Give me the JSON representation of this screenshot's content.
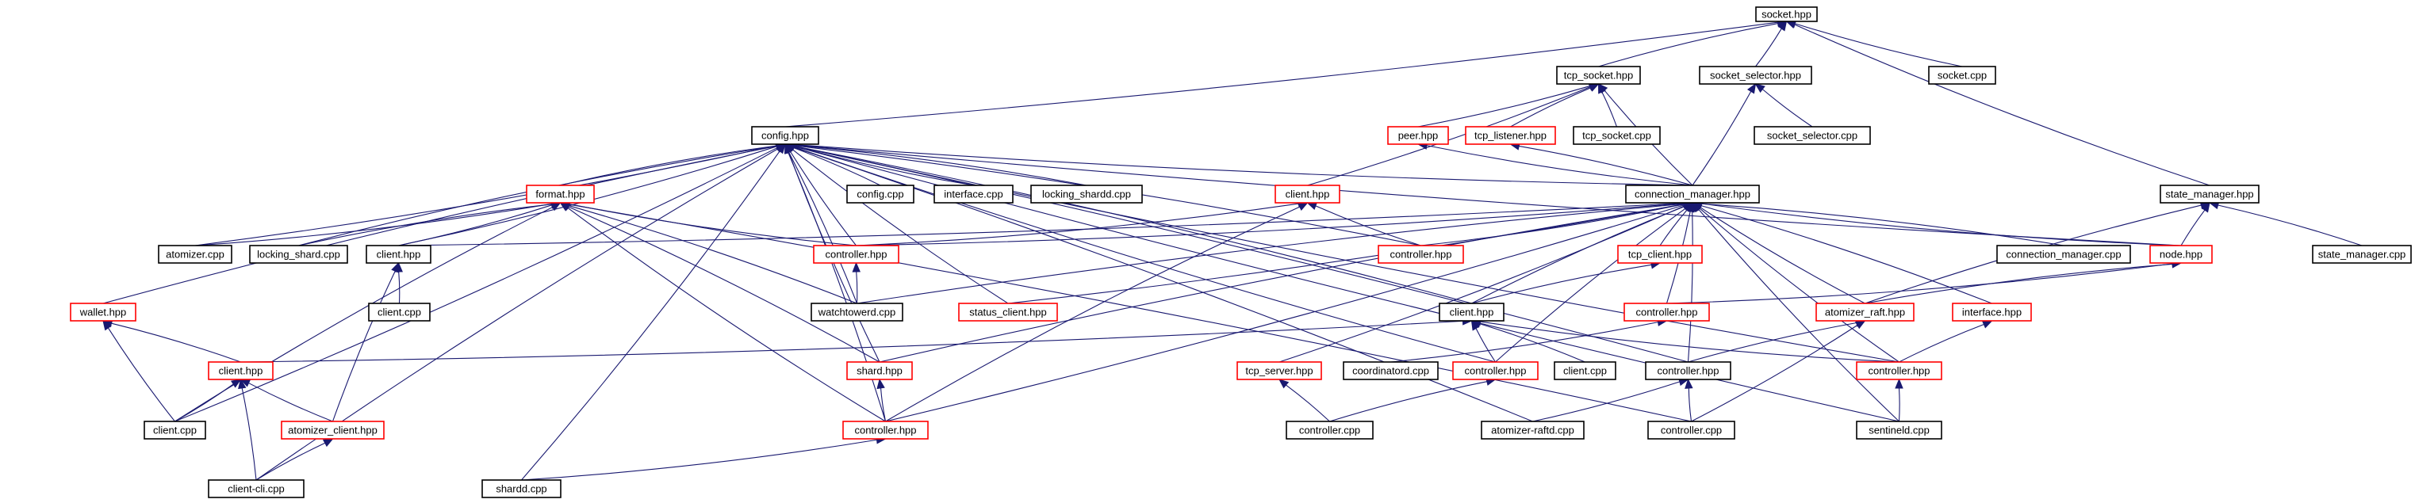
{
  "graph": {
    "nodes": [
      {
        "id": "socket_hpp",
        "label": "socket.hpp",
        "style": "current"
      },
      {
        "id": "tcp_socket_hpp",
        "label": "tcp_socket.hpp",
        "style": "normal"
      },
      {
        "id": "socket_selector_hpp",
        "label": "socket_selector.hpp",
        "style": "normal"
      },
      {
        "id": "socket_cpp",
        "label": "socket.cpp",
        "style": "normal"
      },
      {
        "id": "peer_hpp",
        "label": "peer.hpp",
        "style": "red"
      },
      {
        "id": "tcp_listener_hpp",
        "label": "tcp_listener.hpp",
        "style": "red"
      },
      {
        "id": "tcp_socket_cpp",
        "label": "tcp_socket.cpp",
        "style": "normal"
      },
      {
        "id": "socket_selector_cpp",
        "label": "socket_selector.cpp",
        "style": "normal"
      },
      {
        "id": "config_hpp",
        "label": "config.hpp",
        "style": "normal"
      },
      {
        "id": "format_hpp",
        "label": "format.hpp",
        "style": "red"
      },
      {
        "id": "config_cpp",
        "label": "config.cpp",
        "style": "normal"
      },
      {
        "id": "interface_cpp",
        "label": "interface.cpp",
        "style": "normal"
      },
      {
        "id": "locking_shardd_cpp",
        "label": "locking_shardd.cpp",
        "style": "normal"
      },
      {
        "id": "client_hpp_top",
        "label": "client.hpp",
        "style": "red"
      },
      {
        "id": "connection_manager_hpp",
        "label": "connection_manager.hpp",
        "style": "normal"
      },
      {
        "id": "state_manager_hpp",
        "label": "state_manager.hpp",
        "style": "normal"
      },
      {
        "id": "atomizer_cpp",
        "label": "atomizer.cpp",
        "style": "normal"
      },
      {
        "id": "locking_shard_cpp",
        "label": "locking_shard.cpp",
        "style": "normal"
      },
      {
        "id": "client_hpp_left",
        "label": "client.hpp",
        "style": "normal"
      },
      {
        "id": "controller_hpp_a",
        "label": "controller.hpp",
        "style": "red"
      },
      {
        "id": "controller_hpp_b",
        "label": "controller.hpp",
        "style": "red"
      },
      {
        "id": "tcp_client_hpp",
        "label": "tcp_client.hpp",
        "style": "red"
      },
      {
        "id": "connection_manager_cpp",
        "label": "connection_manager.cpp",
        "style": "normal"
      },
      {
        "id": "node_hpp",
        "label": "node.hpp",
        "style": "red"
      },
      {
        "id": "state_manager_cpp",
        "label": "state_manager.cpp",
        "style": "normal"
      },
      {
        "id": "client_cpp_left",
        "label": "client.cpp",
        "style": "normal"
      },
      {
        "id": "wallet_hpp",
        "label": "wallet.hpp",
        "style": "red"
      },
      {
        "id": "watchtowerd_cpp",
        "label": "watchtowerd.cpp",
        "style": "normal"
      },
      {
        "id": "status_client_hpp",
        "label": "status_client.hpp",
        "style": "red"
      },
      {
        "id": "client_hpp_mid",
        "label": "client.hpp",
        "style": "normal"
      },
      {
        "id": "controller_hpp_c",
        "label": "controller.hpp",
        "style": "red"
      },
      {
        "id": "atomizer_raft_hpp",
        "label": "atomizer_raft.hpp",
        "style": "red"
      },
      {
        "id": "interface_hpp",
        "label": "interface.hpp",
        "style": "red"
      },
      {
        "id": "client_hpp_red2",
        "label": "client.hpp",
        "style": "red"
      },
      {
        "id": "shard_hpp",
        "label": "shard.hpp",
        "style": "red"
      },
      {
        "id": "tcp_server_hpp",
        "label": "tcp_server.hpp",
        "style": "red"
      },
      {
        "id": "coordinatord_cpp",
        "label": "coordinatord.cpp",
        "style": "normal"
      },
      {
        "id": "controller_hpp_d",
        "label": "controller.hpp",
        "style": "red"
      },
      {
        "id": "client_cpp_mid",
        "label": "client.cpp",
        "style": "normal"
      },
      {
        "id": "controller_hpp_e",
        "label": "controller.hpp",
        "style": "normal"
      },
      {
        "id": "controller_hpp_f",
        "label": "controller.hpp",
        "style": "red"
      },
      {
        "id": "client_cpp_bottom",
        "label": "client.cpp",
        "style": "normal"
      },
      {
        "id": "atomizer_client_hpp",
        "label": "atomizer_client.hpp",
        "style": "red"
      },
      {
        "id": "controller_hpp_g",
        "label": "controller.hpp",
        "style": "red"
      },
      {
        "id": "controller_cpp_a",
        "label": "controller.cpp",
        "style": "normal"
      },
      {
        "id": "atomizer_raftd_cpp",
        "label": "atomizer-raftd.cpp",
        "style": "normal"
      },
      {
        "id": "controller_cpp_b",
        "label": "controller.cpp",
        "style": "normal"
      },
      {
        "id": "sentineld_cpp",
        "label": "sentineld.cpp",
        "style": "normal"
      },
      {
        "id": "client_cli_cpp",
        "label": "client-cli.cpp",
        "style": "normal"
      },
      {
        "id": "shardd_cpp",
        "label": "shardd.cpp",
        "style": "normal"
      }
    ],
    "edges": [
      [
        "tcp_socket_hpp",
        "socket_hpp"
      ],
      [
        "socket_selector_hpp",
        "socket_hpp"
      ],
      [
        "socket_cpp",
        "socket_hpp"
      ],
      [
        "config_hpp",
        "socket_hpp"
      ],
      [
        "state_manager_hpp",
        "socket_hpp"
      ],
      [
        "peer_hpp",
        "tcp_socket_hpp"
      ],
      [
        "tcp_listener_hpp",
        "tcp_socket_hpp"
      ],
      [
        "tcp_socket_cpp",
        "tcp_socket_hpp"
      ],
      [
        "connection_manager_hpp",
        "tcp_socket_hpp"
      ],
      [
        "client_hpp_top",
        "tcp_socket_hpp"
      ],
      [
        "socket_selector_cpp",
        "socket_selector_hpp"
      ],
      [
        "connection_manager_hpp",
        "socket_selector_hpp"
      ],
      [
        "connection_manager_hpp",
        "peer_hpp"
      ],
      [
        "connection_manager_hpp",
        "tcp_listener_hpp"
      ],
      [
        "format_hpp",
        "config_hpp"
      ],
      [
        "config_cpp",
        "config_hpp"
      ],
      [
        "interface_cpp",
        "config_hpp"
      ],
      [
        "locking_shardd_cpp",
        "config_hpp"
      ],
      [
        "connection_manager_hpp",
        "config_hpp"
      ],
      [
        "atomizer_cpp",
        "config_hpp"
      ],
      [
        "locking_shard_cpp",
        "config_hpp"
      ],
      [
        "client_hpp_left",
        "config_hpp"
      ],
      [
        "controller_hpp_a",
        "config_hpp"
      ],
      [
        "watchtowerd_cpp",
        "config_hpp"
      ],
      [
        "status_client_hpp",
        "config_hpp"
      ],
      [
        "client_hpp_mid",
        "config_hpp"
      ],
      [
        "wallet_hpp",
        "config_hpp"
      ],
      [
        "client_cpp_bottom",
        "config_hpp"
      ],
      [
        "client_cli_cpp",
        "config_hpp"
      ],
      [
        "shardd_cpp",
        "config_hpp"
      ],
      [
        "shard_hpp",
        "config_hpp"
      ],
      [
        "controller_hpp_g",
        "config_hpp"
      ],
      [
        "controller_hpp_d",
        "config_hpp"
      ],
      [
        "controller_hpp_b",
        "config_hpp"
      ],
      [
        "sentineld_cpp",
        "config_hpp"
      ],
      [
        "controller_hpp_e",
        "config_hpp"
      ],
      [
        "controller_hpp_f",
        "config_hpp"
      ],
      [
        "atomizer_raftd_cpp",
        "config_hpp"
      ],
      [
        "node_hpp",
        "config_hpp"
      ],
      [
        "atomizer_cpp",
        "format_hpp"
      ],
      [
        "locking_shard_cpp",
        "format_hpp"
      ],
      [
        "client_hpp_left",
        "format_hpp"
      ],
      [
        "controller_hpp_a",
        "format_hpp"
      ],
      [
        "watchtowerd_cpp",
        "format_hpp"
      ],
      [
        "client_cpp_bottom",
        "format_hpp"
      ],
      [
        "shard_hpp",
        "format_hpp"
      ],
      [
        "controller_hpp_g",
        "format_hpp"
      ],
      [
        "controller_cpp_b",
        "format_hpp"
      ],
      [
        "controller_hpp_b",
        "client_hpp_top"
      ],
      [
        "controller_hpp_a",
        "client_hpp_top"
      ],
      [
        "controller_hpp_g",
        "client_hpp_top"
      ],
      [
        "connection_manager_cpp",
        "connection_manager_hpp"
      ],
      [
        "node_hpp",
        "connection_manager_hpp"
      ],
      [
        "controller_hpp_a",
        "connection_manager_hpp"
      ],
      [
        "tcp_client_hpp",
        "connection_manager_hpp"
      ],
      [
        "client_hpp_left",
        "connection_manager_hpp"
      ],
      [
        "watchtowerd_cpp",
        "connection_manager_hpp"
      ],
      [
        "status_client_hpp",
        "connection_manager_hpp"
      ],
      [
        "client_hpp_mid",
        "connection_manager_hpp"
      ],
      [
        "controller_hpp_c",
        "connection_manager_hpp"
      ],
      [
        "atomizer_raft_hpp",
        "connection_manager_hpp"
      ],
      [
        "interface_hpp",
        "connection_manager_hpp"
      ],
      [
        "shard_hpp",
        "connection_manager_hpp"
      ],
      [
        "tcp_server_hpp",
        "connection_manager_hpp"
      ],
      [
        "controller_hpp_d",
        "connection_manager_hpp"
      ],
      [
        "controller_hpp_e",
        "connection_manager_hpp"
      ],
      [
        "controller_hpp_f",
        "connection_manager_hpp"
      ],
      [
        "controller_hpp_g",
        "connection_manager_hpp"
      ],
      [
        "sentineld_cpp",
        "connection_manager_hpp"
      ],
      [
        "controller_hpp_b",
        "connection_manager_hpp"
      ],
      [
        "node_hpp",
        "state_manager_hpp"
      ],
      [
        "state_manager_cpp",
        "state_manager_hpp"
      ],
      [
        "atomizer_raft_hpp",
        "state_manager_hpp"
      ],
      [
        "client_cpp_left",
        "client_hpp_left"
      ],
      [
        "atomizer_client_hpp",
        "client_hpp_left"
      ],
      [
        "watchtowerd_cpp",
        "controller_hpp_a"
      ],
      [
        "client_hpp_mid",
        "tcp_client_hpp"
      ],
      [
        "controller_hpp_c",
        "node_hpp"
      ],
      [
        "atomizer_raft_hpp",
        "node_hpp"
      ],
      [
        "client_hpp_red2",
        "wallet_hpp"
      ],
      [
        "client_cpp_bottom",
        "wallet_hpp"
      ],
      [
        "client_hpp_red2",
        "client_hpp_mid"
      ],
      [
        "controller_hpp_d",
        "client_hpp_mid"
      ],
      [
        "client_cpp_mid",
        "client_hpp_mid"
      ],
      [
        "controller_hpp_f",
        "client_hpp_mid"
      ],
      [
        "coordinatord_cpp",
        "controller_hpp_c"
      ],
      [
        "controller_hpp_e",
        "atomizer_raft_hpp"
      ],
      [
        "controller_cpp_b",
        "atomizer_raft_hpp"
      ],
      [
        "controller_hpp_f",
        "interface_hpp"
      ],
      [
        "client_cpp_bottom",
        "client_hpp_red2"
      ],
      [
        "atomizer_client_hpp",
        "client_hpp_red2"
      ],
      [
        "client_cli_cpp",
        "client_hpp_red2"
      ],
      [
        "controller_hpp_g",
        "shard_hpp"
      ],
      [
        "controller_cpp_a",
        "tcp_server_hpp"
      ],
      [
        "controller_cpp_a",
        "controller_hpp_d"
      ],
      [
        "atomizer_raftd_cpp",
        "controller_hpp_e"
      ],
      [
        "controller_cpp_b",
        "controller_hpp_e"
      ],
      [
        "sentineld_cpp",
        "controller_hpp_f"
      ],
      [
        "client_cli_cpp",
        "atomizer_client_hpp"
      ],
      [
        "shardd_cpp",
        "controller_hpp_g"
      ]
    ],
    "colors": {
      "edge": "#191970",
      "node_border_normal": "#000000",
      "node_border_red": "#ff0000",
      "node_fill_current": "#bfbfbf",
      "node_fill": "#ffffff",
      "text": "#000000"
    }
  }
}
